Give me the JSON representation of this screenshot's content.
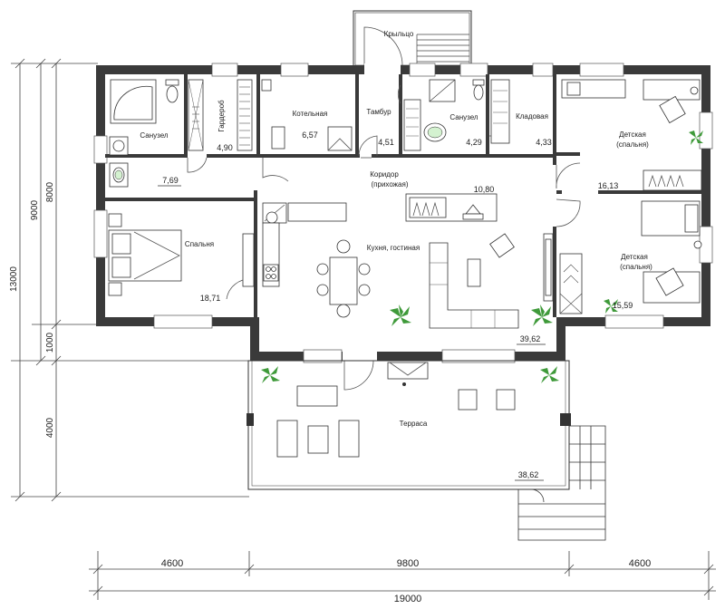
{
  "rooms": {
    "porch": {
      "label": "Крыльцо"
    },
    "bath1": {
      "label": "Санузел",
      "area": "7,69"
    },
    "wardrobe": {
      "label": "Гардероб",
      "area": "4,90"
    },
    "boiler": {
      "label": "Котельная",
      "area": "6,57"
    },
    "vestibule": {
      "label": "Тамбур",
      "area": "4,51"
    },
    "bath2": {
      "label": "Санузел",
      "area": "4,29"
    },
    "pantry": {
      "label": "Кладовая",
      "area": "4,33"
    },
    "kids1": {
      "label1": "Детская",
      "label2": "(спальня)",
      "area": "16,13"
    },
    "corridor": {
      "label1": "Коридор",
      "label2": "(прихожая)",
      "area": "10,80"
    },
    "bedroom": {
      "label": "Спальня",
      "area": "18,71"
    },
    "kitchen": {
      "label": "Кухня, гостиная",
      "area": "39,62"
    },
    "kids2": {
      "label1": "Детская",
      "label2": "(спальня)",
      "area": "15,59"
    },
    "terrace": {
      "label": "Терраса",
      "area": "38,62"
    }
  },
  "dimensions": {
    "bottom_left": "4600",
    "bottom_mid": "9800",
    "bottom_right": "4600",
    "total_width": "19000",
    "left_total": "13000",
    "left_house": "9000",
    "left_inner": "8000",
    "left_step": "1000",
    "left_terrace": "4000"
  },
  "icons": [
    "bathtub-icon",
    "toilet-icon",
    "sink-icon",
    "washing-machine-icon",
    "shower-icon",
    "bed-icon",
    "sofa-icon",
    "dining-table-icon",
    "armchair-icon",
    "desk-chair-icon",
    "plant-icon",
    "stairs-icon",
    "fireplace-icon",
    "stove-icon"
  ],
  "colors": {
    "wall": "#3a3a3a",
    "plant": "#3f9a3a"
  }
}
